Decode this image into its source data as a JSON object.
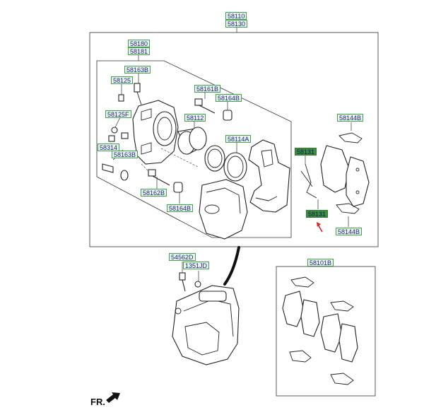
{
  "labels": {
    "l58110": "58110",
    "l58130": "58130",
    "l58180": "58180",
    "l58181": "58181",
    "l58163B_a": "58163B",
    "l58125": "58125",
    "l58161B": "58161B",
    "l58164B_a": "58164B",
    "l58125F": "58125F",
    "l58112": "58112",
    "l58314": "58314",
    "l58163B_b": "58163B",
    "l58114A": "58114A",
    "l58162B": "58162B",
    "l58164B_b": "58164B",
    "l58144B_a": "58144B",
    "l58131_a": "58131",
    "l58131_b": "58131",
    "l58144B_b": "58144B",
    "l54562D": "54562D",
    "l1351JD": "1351JD",
    "l58101B": "58101B"
  },
  "direction": "FR."
}
